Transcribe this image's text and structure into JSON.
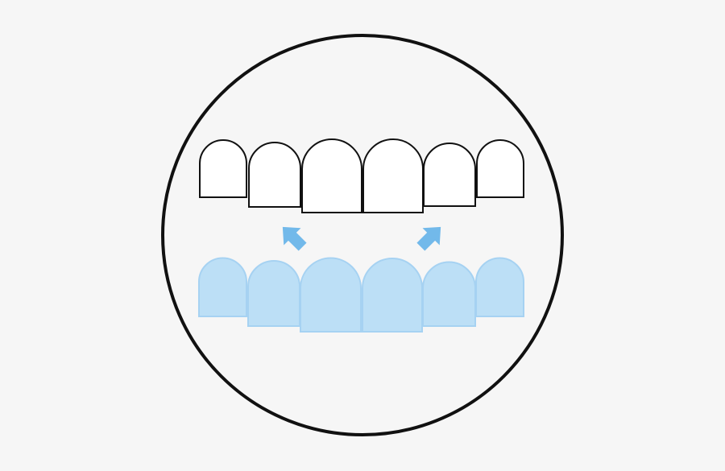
{
  "illustration": {
    "subject": "veneers-over-teeth-icon",
    "colors": {
      "background": "#f6f6f6",
      "outline": "#111111",
      "veneer_fill": "#ffffff",
      "tooth_fill": "#bcdff6",
      "tooth_stroke": "#a6d2f2",
      "arrow": "#72b9ea"
    },
    "icons": [
      "veneer-icon",
      "tooth-icon",
      "arrow-up-icon"
    ],
    "counts": {
      "veneers": 6,
      "teeth": 6,
      "arrows": 2
    }
  }
}
